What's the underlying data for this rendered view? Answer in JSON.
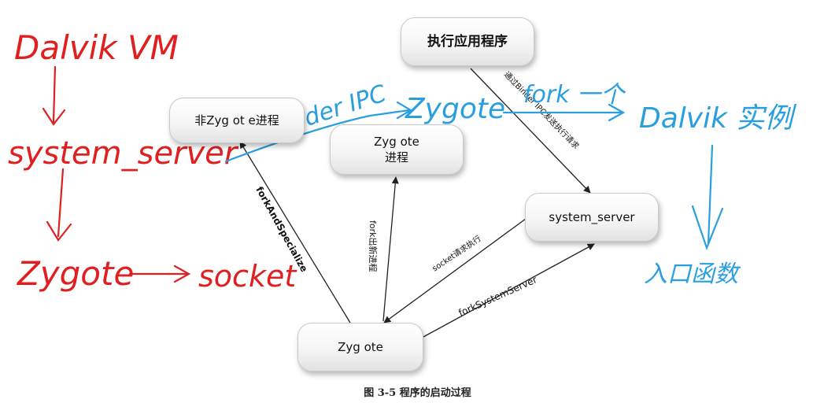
{
  "nodes": {
    "exec_app": "执行应用程序",
    "non_zygote": "非Zyg ot   e进程",
    "zygote_process_line1": "Zyg ote",
    "zygote_process_line2": "进程",
    "system_server": "system_server",
    "zygote": "Zyg ote"
  },
  "edge_labels": {
    "fork_and_specialize": "forkAndSpecialize",
    "fork_new_process": "fork出新进程",
    "binder_request": "通过Binder IPC发送执行请求",
    "socket_request": "socket请求执行",
    "fork_system_server": "forkSystemServer"
  },
  "caption": "图 3-5    程序的启动过程",
  "annotations": {
    "red": [
      "Dalvik VM",
      "system_server",
      "Zygote",
      "socket"
    ],
    "blue": [
      "Binder IPC",
      "Zygote",
      "fork 一个",
      "Dalvik 实例",
      "入口函数"
    ]
  },
  "colors": {
    "annotation_red": "#e02020",
    "annotation_blue": "#2a9fe0",
    "arrow": "#222222"
  }
}
